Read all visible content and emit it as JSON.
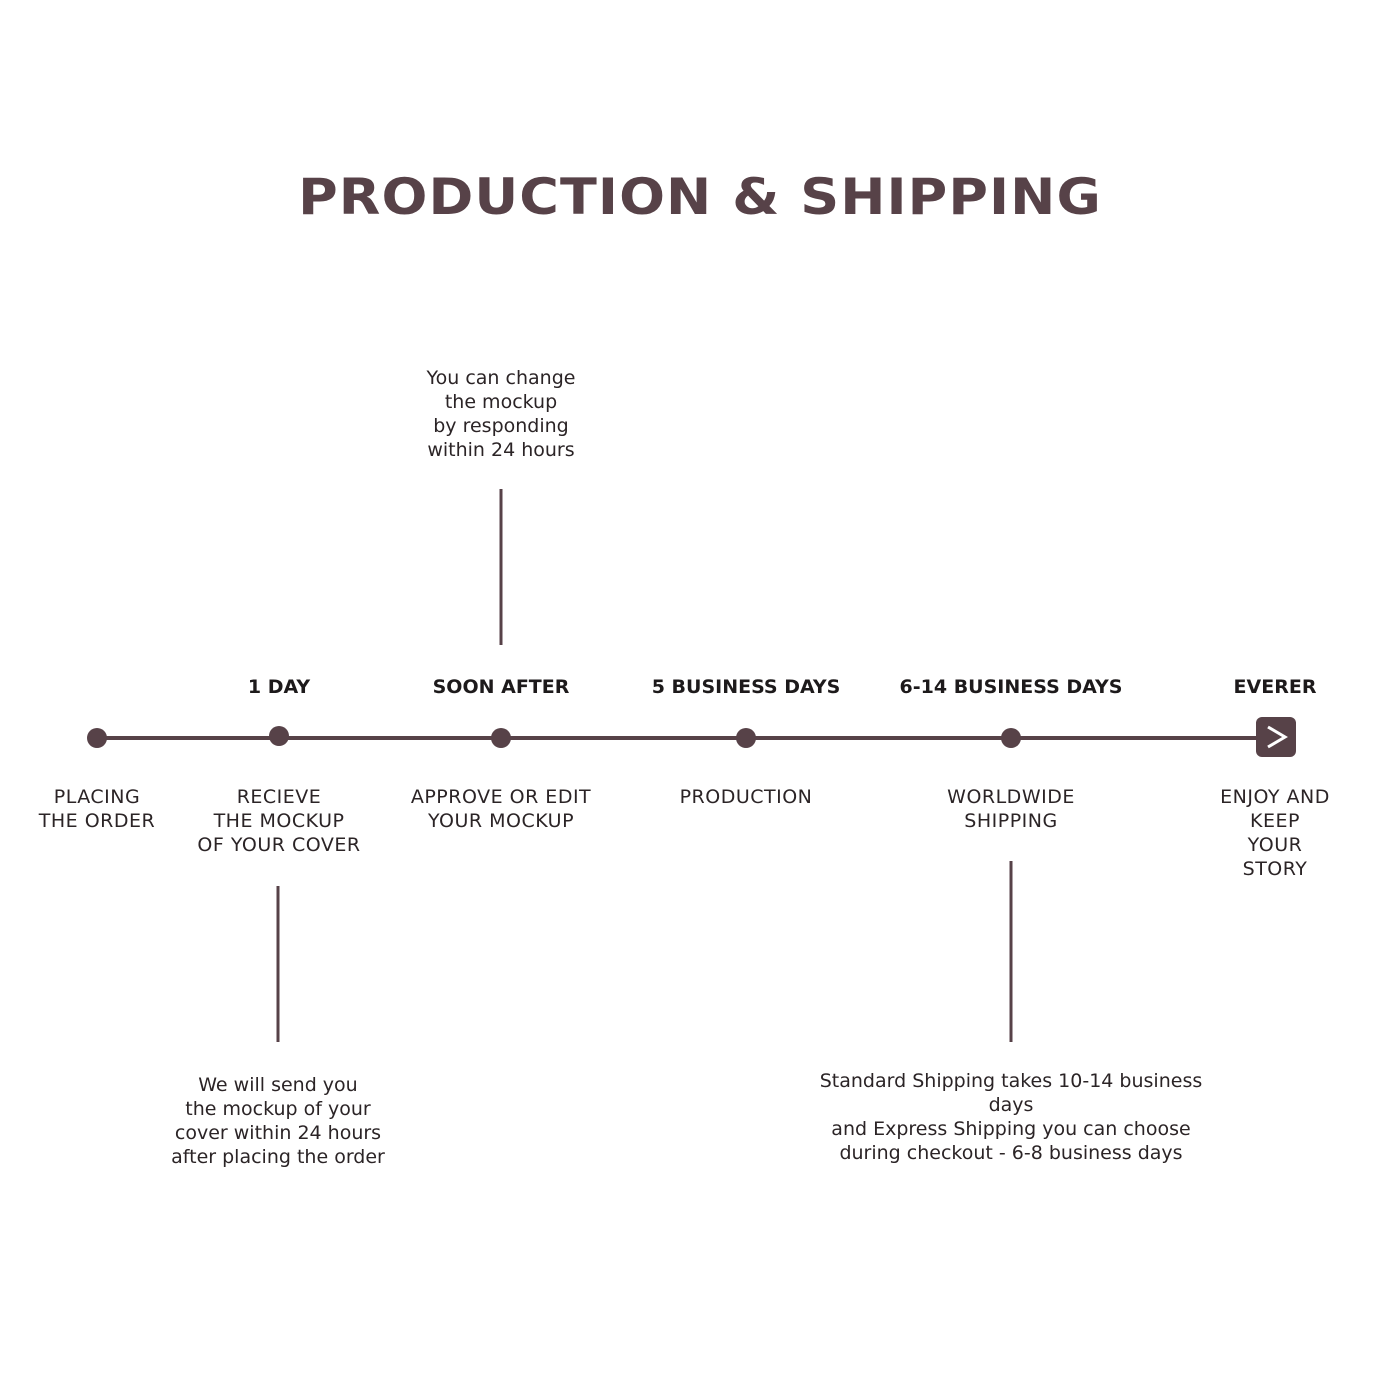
{
  "title": "PRODUCTION & SHIPPING",
  "colors": {
    "accent": "#574248",
    "text": "#2b2426",
    "background": "#ffffff"
  },
  "steps": [
    {
      "time": "",
      "label": "PLACING\nTHE ORDER"
    },
    {
      "time": "1 DAY",
      "label": "RECIEVE\nTHE MOCKUP\nOF YOUR COVER"
    },
    {
      "time": "SOON AFTER",
      "label": "APPROVE OR EDIT\nYOUR MOCKUP"
    },
    {
      "time": "5 BUSINESS DAYS",
      "label": "PRODUCTION"
    },
    {
      "time": "6-14 BUSINESS DAYS",
      "label": "WORLDWIDE\nSHIPPING"
    },
    {
      "time": "EVERER",
      "label": "ENJOY AND KEEP\nYOUR STORY"
    }
  ],
  "notes": {
    "mockup_change": "You can change\nthe mockup\nby responding\nwithin 24 hours",
    "mockup_send": "We will send you\nthe mockup of your\ncover within 24 hours\nafter placing the order",
    "shipping": "Standard Shipping takes 10-14 business days\nand Express Shipping you can choose\nduring checkout - 6-8 business days"
  },
  "end_icon": "chevron-right-icon"
}
